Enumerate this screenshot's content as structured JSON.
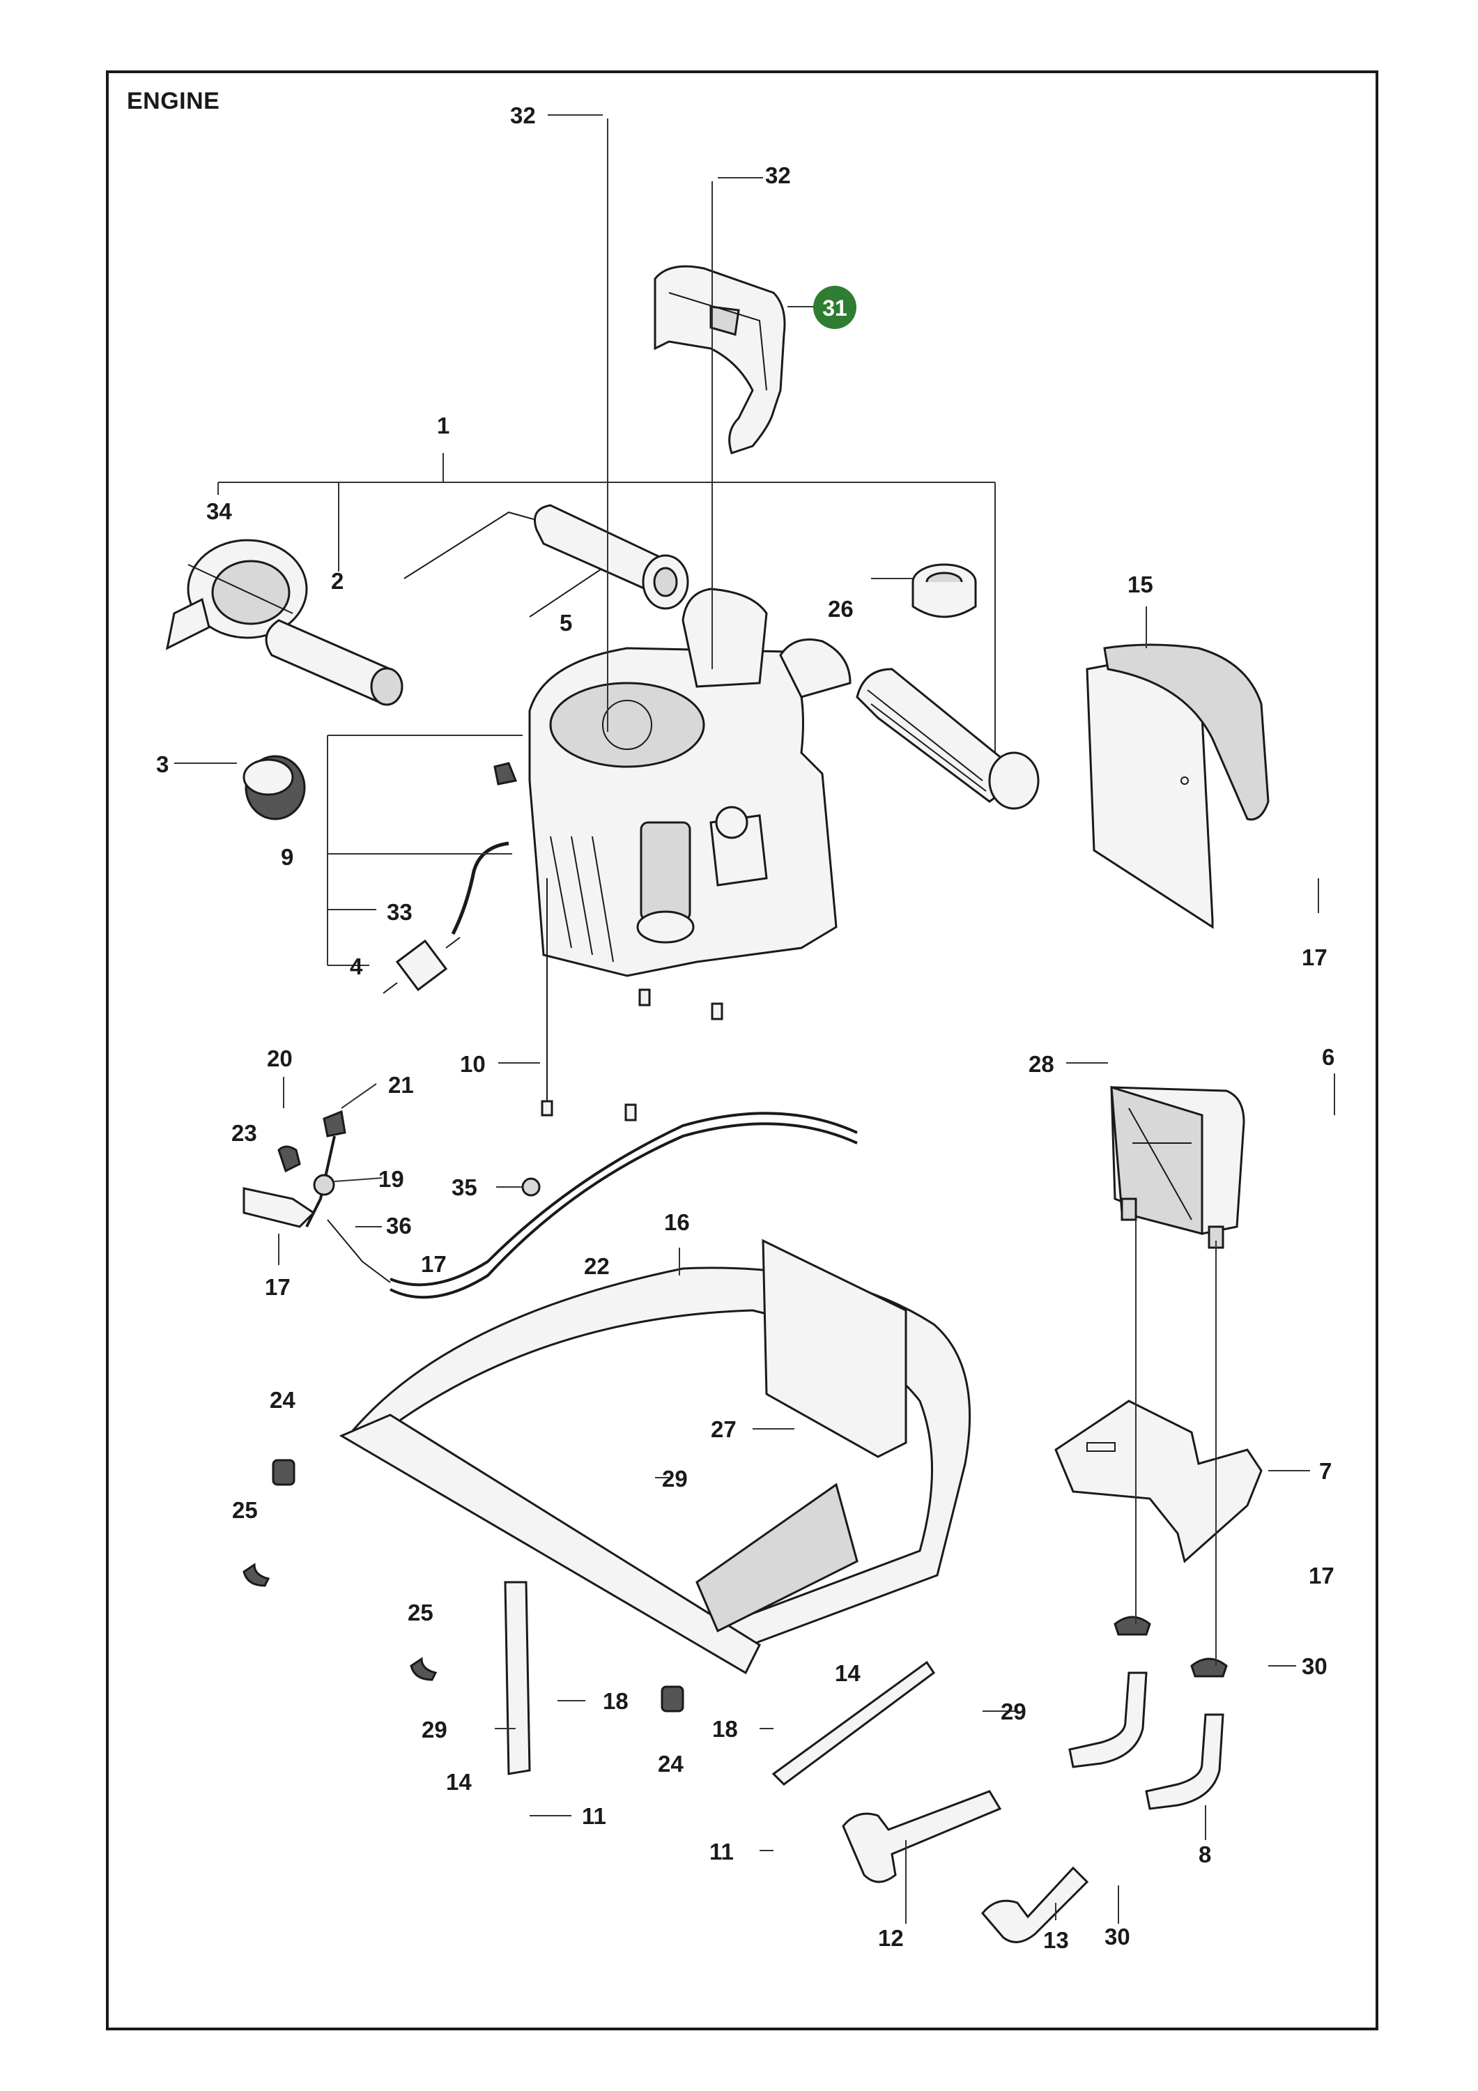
{
  "page": {
    "title": "ENGINE"
  },
  "highlight": {
    "color": "#2e7d32",
    "label": "31"
  },
  "callouts": [
    {
      "id": "c32a",
      "label": "32"
    },
    {
      "id": "c32b",
      "label": "32"
    },
    {
      "id": "c1",
      "label": "1"
    },
    {
      "id": "c34",
      "label": "34"
    },
    {
      "id": "c2",
      "label": "2"
    },
    {
      "id": "c5",
      "label": "5"
    },
    {
      "id": "c26",
      "label": "26"
    },
    {
      "id": "c15",
      "label": "15"
    },
    {
      "id": "c3",
      "label": "3"
    },
    {
      "id": "c9",
      "label": "9"
    },
    {
      "id": "c33",
      "label": "33"
    },
    {
      "id": "c4",
      "label": "4"
    },
    {
      "id": "c17a",
      "label": "17"
    },
    {
      "id": "c10",
      "label": "10"
    },
    {
      "id": "c28",
      "label": "28"
    },
    {
      "id": "c6",
      "label": "6"
    },
    {
      "id": "c20",
      "label": "20"
    },
    {
      "id": "c21",
      "label": "21"
    },
    {
      "id": "c23",
      "label": "23"
    },
    {
      "id": "c19",
      "label": "19"
    },
    {
      "id": "c35",
      "label": "35"
    },
    {
      "id": "c36",
      "label": "36"
    },
    {
      "id": "c17b",
      "label": "17"
    },
    {
      "id": "c17c",
      "label": "17"
    },
    {
      "id": "c22",
      "label": "22"
    },
    {
      "id": "c16",
      "label": "16"
    },
    {
      "id": "c24a",
      "label": "24"
    },
    {
      "id": "c27",
      "label": "27"
    },
    {
      "id": "c29a",
      "label": "29"
    },
    {
      "id": "c7",
      "label": "7"
    },
    {
      "id": "c25a",
      "label": "25"
    },
    {
      "id": "c17d",
      "label": "17"
    },
    {
      "id": "c25b",
      "label": "25"
    },
    {
      "id": "c14a",
      "label": "14"
    },
    {
      "id": "c30a",
      "label": "30"
    },
    {
      "id": "c18a",
      "label": "18"
    },
    {
      "id": "c29b",
      "label": "29"
    },
    {
      "id": "c29c",
      "label": "29"
    },
    {
      "id": "c24b",
      "label": "24"
    },
    {
      "id": "c18b",
      "label": "18"
    },
    {
      "id": "c14b",
      "label": "14"
    },
    {
      "id": "c11a",
      "label": "11"
    },
    {
      "id": "c11b",
      "label": "11"
    },
    {
      "id": "c8",
      "label": "8"
    },
    {
      "id": "c12",
      "label": "12"
    },
    {
      "id": "c13",
      "label": "13"
    },
    {
      "id": "c30b",
      "label": "30"
    }
  ]
}
